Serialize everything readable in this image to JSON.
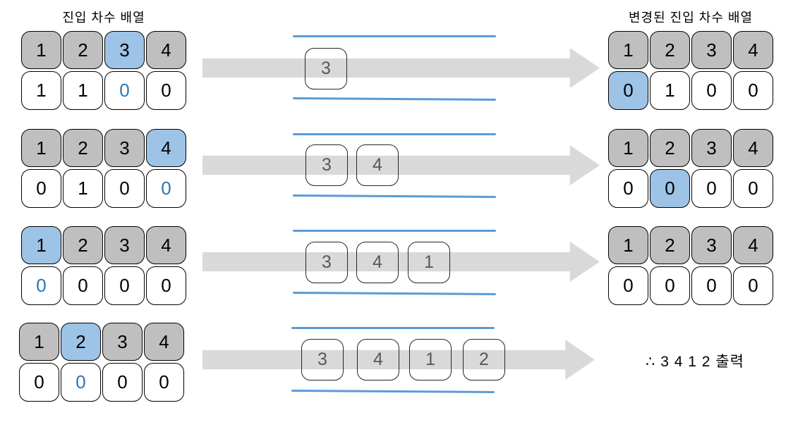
{
  "titles": {
    "left": "진입 차수 배열",
    "right": "변경된 진입 차수 배열"
  },
  "colors": {
    "node_gray": "#BFBFBF",
    "node_highlight_blue": "#9DC3E6",
    "blue_number_text": "#2E75B6",
    "queue_line_blue": "#5B9BD5",
    "queue_number_gray": "#595959",
    "arrow_gray": "#D9D9D9",
    "cell_border": "#000000"
  },
  "rows": [
    {
      "left_grid": {
        "top": [
          "1",
          "2",
          "3",
          "4"
        ],
        "bottom": [
          "1",
          "1",
          "0",
          "0"
        ],
        "top_highlight_index": 2,
        "bottom_blue_text_index": 2
      },
      "queue": [
        "3"
      ],
      "right_grid": {
        "top": [
          "1",
          "2",
          "3",
          "4"
        ],
        "bottom": [
          "0",
          "1",
          "0",
          "0"
        ],
        "bottom_highlight_index": 0
      }
    },
    {
      "left_grid": {
        "top": [
          "1",
          "2",
          "3",
          "4"
        ],
        "bottom": [
          "0",
          "1",
          "0",
          "0"
        ],
        "top_highlight_index": 3,
        "bottom_blue_text_index": 3
      },
      "queue": [
        "3",
        "4"
      ],
      "right_grid": {
        "top": [
          "1",
          "2",
          "3",
          "4"
        ],
        "bottom": [
          "0",
          "0",
          "0",
          "0"
        ],
        "bottom_highlight_index": 1
      }
    },
    {
      "left_grid": {
        "top": [
          "1",
          "2",
          "3",
          "4"
        ],
        "bottom": [
          "0",
          "0",
          "0",
          "0"
        ],
        "top_highlight_index": 0,
        "bottom_blue_text_index": 0
      },
      "queue": [
        "3",
        "4",
        "1"
      ],
      "right_grid": {
        "top": [
          "1",
          "2",
          "3",
          "4"
        ],
        "bottom": [
          "0",
          "0",
          "0",
          "0"
        ],
        "bottom_highlight_index": null
      }
    },
    {
      "left_grid": {
        "top": [
          "1",
          "2",
          "3",
          "4"
        ],
        "bottom": [
          "0",
          "0",
          "0",
          "0"
        ],
        "top_highlight_index": 1,
        "bottom_blue_text_index": 1
      },
      "queue": [
        "3",
        "4",
        "1",
        "2"
      ],
      "right_output": "∴ 3 4 1 2 출력"
    }
  ]
}
